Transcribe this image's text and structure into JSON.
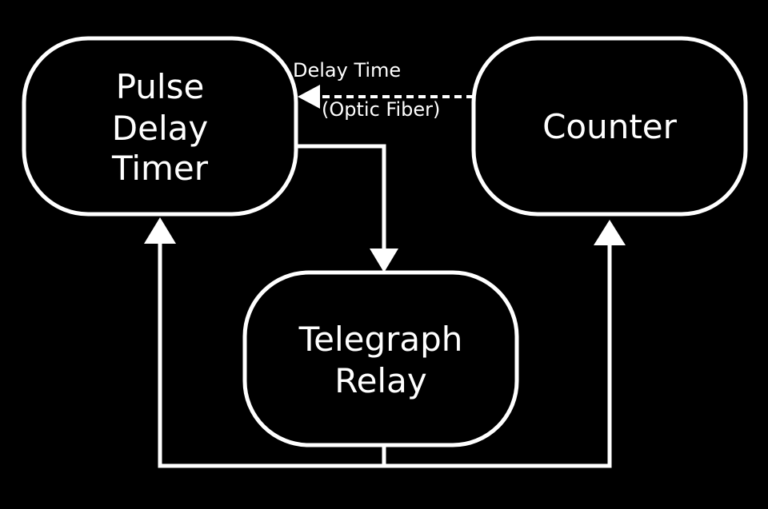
{
  "diagram": {
    "nodes": {
      "pulse_delay_timer": {
        "lines": [
          "Pulse",
          "Delay",
          "Timer"
        ]
      },
      "counter": {
        "lines": [
          "Counter"
        ]
      },
      "telegraph_relay": {
        "lines": [
          "Telegraph",
          "Relay"
        ]
      }
    },
    "edges": {
      "counter_to_timer": {
        "label_line1": "Delay Time",
        "label_line2": "(Optic Fiber)",
        "style": "dashed"
      },
      "timer_to_relay": {
        "style": "solid"
      },
      "relay_to_timer": {
        "style": "solid"
      },
      "relay_to_counter": {
        "style": "solid"
      }
    },
    "colors": {
      "background": "#000000",
      "foreground": "#ffffff"
    }
  }
}
